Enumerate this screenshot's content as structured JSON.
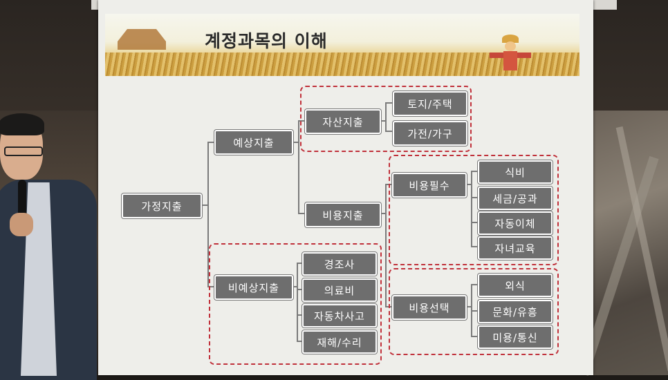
{
  "slide": {
    "title": "계정과목의 이해"
  },
  "diagram": {
    "root": "가정지출",
    "level1": [
      "예상지출",
      "비예상지출"
    ],
    "expected": [
      "자산지출",
      "비용지출"
    ],
    "asset_items": [
      "토지/주택",
      "가전/가구"
    ],
    "cost_groups": [
      "비용필수",
      "비용선택"
    ],
    "cost_required_items": [
      "식비",
      "세금/공과",
      "자동이체",
      "자녀교육"
    ],
    "cost_optional_items": [
      "외식",
      "문화/유흥",
      "미용/통신"
    ],
    "unexpected_items": [
      "경조사",
      "의료비",
      "자동차사고",
      "재해/수리"
    ]
  },
  "colors": {
    "box_fill": "#6e6e6e",
    "dash_border": "#c0303a",
    "connector": "#7a7a7a"
  }
}
